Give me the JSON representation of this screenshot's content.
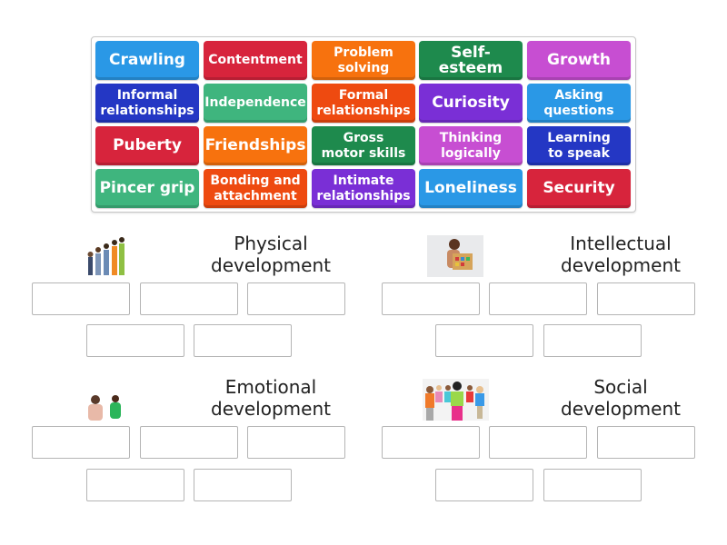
{
  "tiles": [
    {
      "label": "Crawling",
      "color": "#2a98e6",
      "size": "big"
    },
    {
      "label": "Contentment",
      "color": "#d7243c",
      "size": "small"
    },
    {
      "label": "Problem\nsolving",
      "color": "#f7720e",
      "size": "small"
    },
    {
      "label": "Self-esteem",
      "color": "#1e8a4d",
      "size": "big"
    },
    {
      "label": "Growth",
      "color": "#c74ed2",
      "size": "big"
    },
    {
      "label": "Informal\nrelationships",
      "color": "#2437c4",
      "size": "small"
    },
    {
      "label": "Independence",
      "color": "#3fb57e",
      "size": "small"
    },
    {
      "label": "Formal\nrelationships",
      "color": "#ee4a10",
      "size": "small"
    },
    {
      "label": "Curiosity",
      "color": "#7a2fd6",
      "size": "big"
    },
    {
      "label": "Asking\nquestions",
      "color": "#2a98e6",
      "size": "small"
    },
    {
      "label": "Puberty",
      "color": "#d7243c",
      "size": "big"
    },
    {
      "label": "Friendships",
      "color": "#f7720e",
      "size": "big"
    },
    {
      "label": "Gross\nmotor skills",
      "color": "#1e8a4d",
      "size": "small"
    },
    {
      "label": "Thinking\nlogically",
      "color": "#c74ed2",
      "size": "small"
    },
    {
      "label": "Learning\nto speak",
      "color": "#2437c4",
      "size": "small"
    },
    {
      "label": "Pincer grip",
      "color": "#3fb57e",
      "size": "big"
    },
    {
      "label": "Bonding and\nattachment",
      "color": "#ee4a10",
      "size": "small"
    },
    {
      "label": "Intimate\nrelationships",
      "color": "#7a2fd6",
      "size": "small"
    },
    {
      "label": "Loneliness",
      "color": "#2a98e6",
      "size": "big"
    },
    {
      "label": "Security",
      "color": "#d7243c",
      "size": "big"
    }
  ],
  "groups": [
    {
      "title": "Physical\ndevelopment",
      "image": "children-height-line-image"
    },
    {
      "title": "Intellectual\ndevelopment",
      "image": "baby-abacus-image"
    },
    {
      "title": "Emotional\ndevelopment",
      "image": "upset-children-image"
    },
    {
      "title": "Social\ndevelopment",
      "image": "children-playing-circle-image"
    }
  ]
}
